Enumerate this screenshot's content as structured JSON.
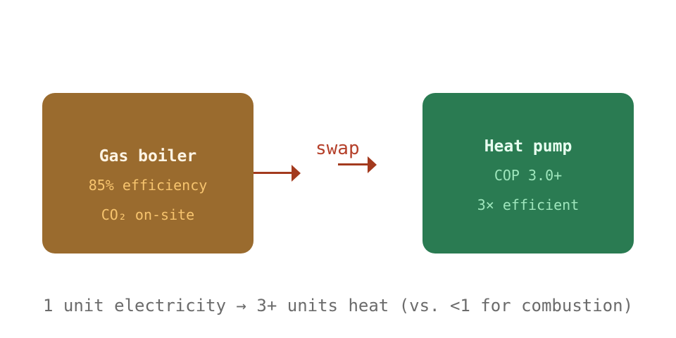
{
  "boiler": {
    "title": "Gas boiler",
    "lines": [
      "85% efficiency",
      "CO₂ on-site"
    ]
  },
  "pump": {
    "title": "Heat pump",
    "lines": [
      "COP 3.0+",
      "3× efficient"
    ]
  },
  "swap_label": "swap",
  "footnote": "1 unit electricity → 3+ units heat (vs. <1 for combustion)",
  "colors": {
    "boiler_fill": "#9a6b2e",
    "pump_fill": "#2a7b52",
    "arrow": "#a33a1e",
    "swap_text": "#b5402a",
    "footnote_text": "#6b6b6b"
  }
}
